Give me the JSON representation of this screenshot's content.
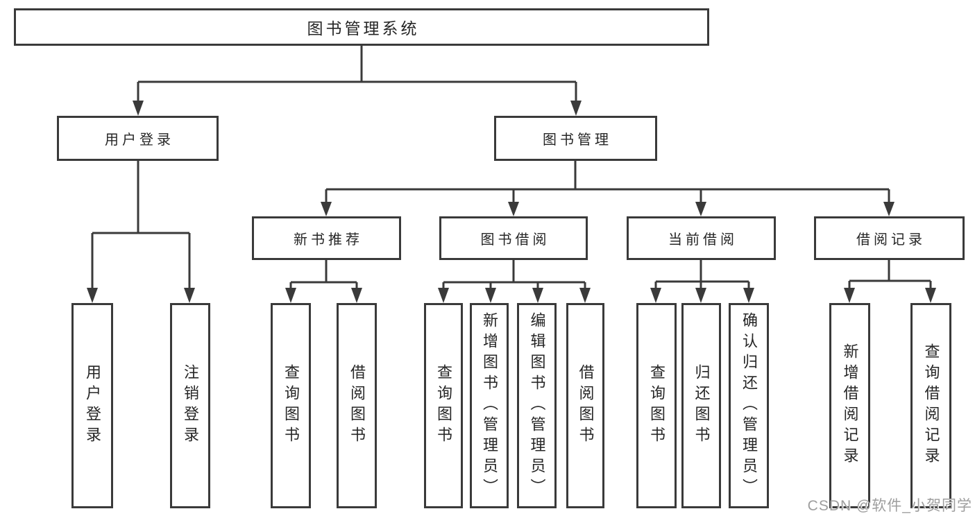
{
  "tree": {
    "root": {
      "label": "图书管理系统"
    },
    "branches": [
      {
        "label": "用户登录",
        "children": [
          {
            "label": "用户登录"
          },
          {
            "label": "注销登录"
          }
        ]
      },
      {
        "label": "图书管理",
        "children": [
          {
            "label": "新书推荐",
            "children": [
              {
                "label": "查询图书"
              },
              {
                "label": "借阅图书"
              }
            ]
          },
          {
            "label": "图书借阅",
            "children": [
              {
                "label": "查询图书"
              },
              {
                "label": "新增图书（管理员）"
              },
              {
                "label": "编辑图书（管理员）"
              },
              {
                "label": "借阅图书"
              }
            ]
          },
          {
            "label": "当前借阅",
            "children": [
              {
                "label": "查询图书"
              },
              {
                "label": "归还图书"
              },
              {
                "label": "确认归还（管理员）"
              }
            ]
          },
          {
            "label": "借阅记录",
            "children": [
              {
                "label": "新增借阅记录"
              },
              {
                "label": "查询借阅记录"
              }
            ]
          }
        ]
      }
    ]
  },
  "watermark": {
    "text": "CSDN @软件_小贺同学"
  },
  "colors": {
    "line": "#3a3a3a",
    "box_border": "#3a3a3a",
    "text": "#262626",
    "watermark": "#9e9e9e",
    "background": "#ffffff"
  }
}
